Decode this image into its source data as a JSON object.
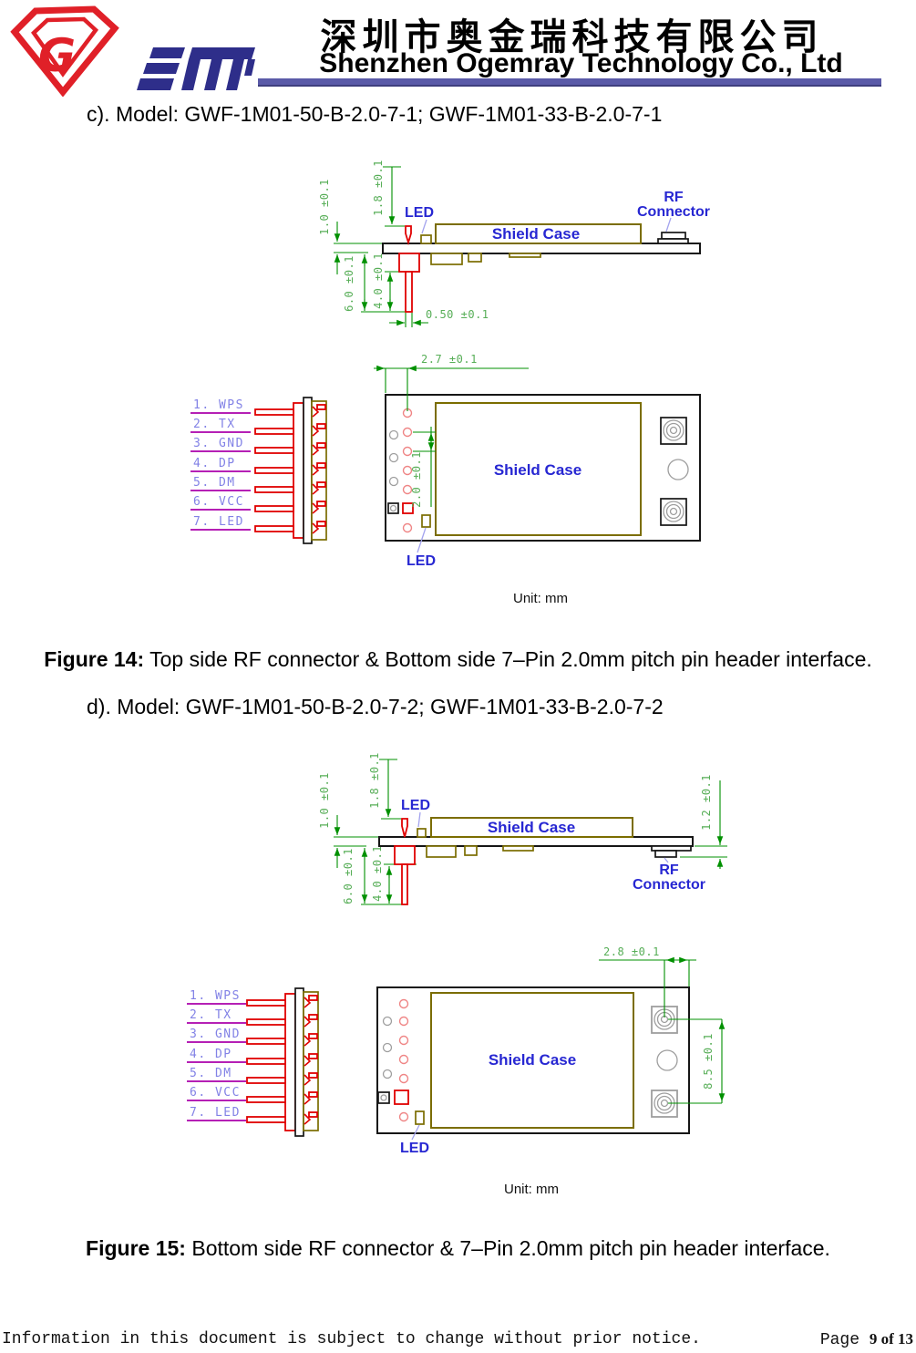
{
  "header": {
    "logo_g": "G",
    "company_name_cn": "深圳市奥金瑞科技有限公司",
    "company_name_en": "Shenzhen Ogemray Technology Co., Ltd"
  },
  "sections": {
    "c": {
      "heading": "c). Model: GWF-1M01-50-B-2.0-7-1; GWF-1M01-33-B-2.0-7-1",
      "unit_note": "Unit: mm",
      "figure_label": "Figure 14:",
      "figure_caption": "Top side RF connector & Bottom side 7–Pin 2.0mm pitch pin header interface.",
      "side_view": {
        "dim_board_thickness": "1.0 ±0.1",
        "dim_led_height": "1.8 ±0.1",
        "dim_pin_length_total": "6.0 ±0.1",
        "dim_pin_length_below": "4.0 ±0.1",
        "dim_pin_width": "0.50 ±0.1",
        "label_led": "LED",
        "label_shield_case": "Shield Case",
        "label_rf_line1": "RF",
        "label_rf_line2": "Connector"
      },
      "bottom_view": {
        "dim_hole_offset": "2.7 ±0.1",
        "dim_pin_pitch": "2.0 ±0.1",
        "label_shield_case": "Shield Case",
        "label_led": "LED",
        "pins": [
          "1. WPS",
          "2. TX",
          "3. GND",
          "4. DP",
          "5. DM",
          "6. VCC",
          "7. LED"
        ]
      }
    },
    "d": {
      "heading": "d). Model: GWF-1M01-50-B-2.0-7-2; GWF-1M01-33-B-2.0-7-2",
      "unit_note": "Unit: mm",
      "figure_label": "Figure 15:",
      "figure_caption": "Bottom side RF connector & 7–Pin 2.0mm pitch pin header interface.",
      "side_view": {
        "dim_board_thickness": "1.0 ±0.1",
        "dim_led_height": "1.8 ±0.1",
        "dim_pin_length_total": "6.0 ±0.1",
        "dim_pin_length_below": "4.0 ±0.1",
        "dim_rf_height": "1.2 ±0.1",
        "label_led": "LED",
        "label_shield_case": "Shield Case",
        "label_rf_line1": "RF",
        "label_rf_line2": "Connector"
      },
      "bottom_view": {
        "dim_rf_offset": "2.8 ±0.1",
        "dim_rf_pitch": "8.5 ±0.1",
        "label_shield_case": "Shield Case",
        "label_led": "LED",
        "pins": [
          "1. WPS",
          "2. TX",
          "3. GND",
          "4. DP",
          "5. DM",
          "6. VCC",
          "7. LED"
        ]
      }
    }
  },
  "footer": {
    "notice": "Information in this document is subject to change without prior notice.",
    "page_label": "Page ",
    "page_value": "9 of 13"
  },
  "colors": {
    "accent_bar": "#5a5aa8",
    "logo_red": "#e02028",
    "logo_blue": "#2e2e8a",
    "dim_green_line": "#009000",
    "dim_green_text": "#57ae57",
    "cad_label_blue": "#2727d2",
    "pin_label_purple": "#8282e6",
    "pin_underline_magenta": "#b520b5",
    "outline_olive": "#7b6d00",
    "outline_red": "#e00000"
  }
}
